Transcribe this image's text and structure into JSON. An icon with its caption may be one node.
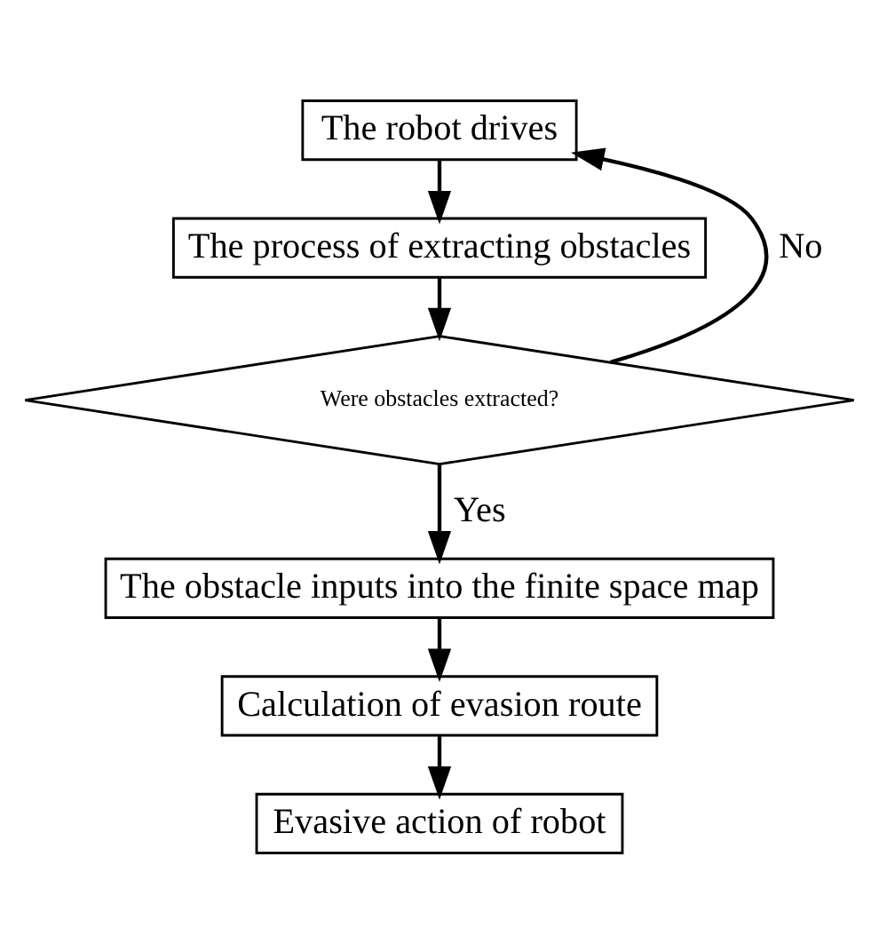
{
  "diagram": {
    "nodes": [
      {
        "text": [
          "The robot drives"
        ]
      },
      {
        "text": [
          "The process of extracting obstacles"
        ]
      },
      {
        "text": [
          "Were obstacles extracted?"
        ]
      },
      {
        "text": [
          "The obstacle inputs into the finite space map"
        ]
      },
      {
        "text": [
          "Calculation of evasion route"
        ]
      },
      {
        "text": [
          "Evasive action of robot"
        ]
      }
    ],
    "edges": [
      {
        "from": 0,
        "to": 1,
        "arrow": "to"
      },
      {
        "from": 1,
        "to": 2,
        "arrow": "to"
      },
      {
        "from": 2,
        "to": 3,
        "arrow": "to",
        "label": "Yes"
      },
      {
        "from": 2,
        "to": 0,
        "arrow": "to",
        "label": "No"
      },
      {
        "from": 3,
        "to": 4,
        "arrow": "to"
      },
      {
        "from": 4,
        "to": 5,
        "arrow": "to"
      }
    ]
  }
}
